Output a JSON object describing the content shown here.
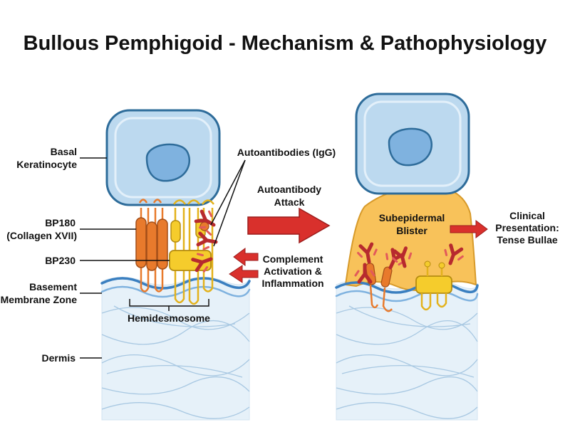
{
  "title": "Bullous Pemphigoid - Mechanism & Pathophysiology",
  "labels": {
    "basal_keratinocyte": [
      "Basal",
      "Keratinocyte"
    ],
    "bp180": [
      "BP180",
      "(Collagen XVII)"
    ],
    "bp230": "BP230",
    "basement_membrane_zone": [
      "Basement",
      "Membrane Zone"
    ],
    "dermis": "Dermis",
    "hemidesmosome": "Hemidesmosome",
    "autoantibodies": "Autoantibodies (IgG)",
    "autoantibody_attack": [
      "Autoantibody",
      "Attack"
    ],
    "complement": [
      "Complement",
      "Activation &",
      "Inflammation"
    ],
    "subepidermal_blister": [
      "Subepidermal",
      "Blister"
    ],
    "clinical_presentation": [
      "Clinical",
      "Presentation:",
      "Tense Bullae"
    ]
  },
  "colors": {
    "cell_fill": "#bcd9ef",
    "cell_outline": "#2e6c9a",
    "nucleus_fill": "#7fb2df",
    "dermis_fill": "#e6f1f9",
    "membrane_wave": "#3a7fc0",
    "bp180_fill": "#e87a2c",
    "bp230_fill": "#f5cc2c",
    "blister_fill": "#f8c25a",
    "arrow_red": "#d9302c",
    "antibody_red": "#b72a2e"
  }
}
